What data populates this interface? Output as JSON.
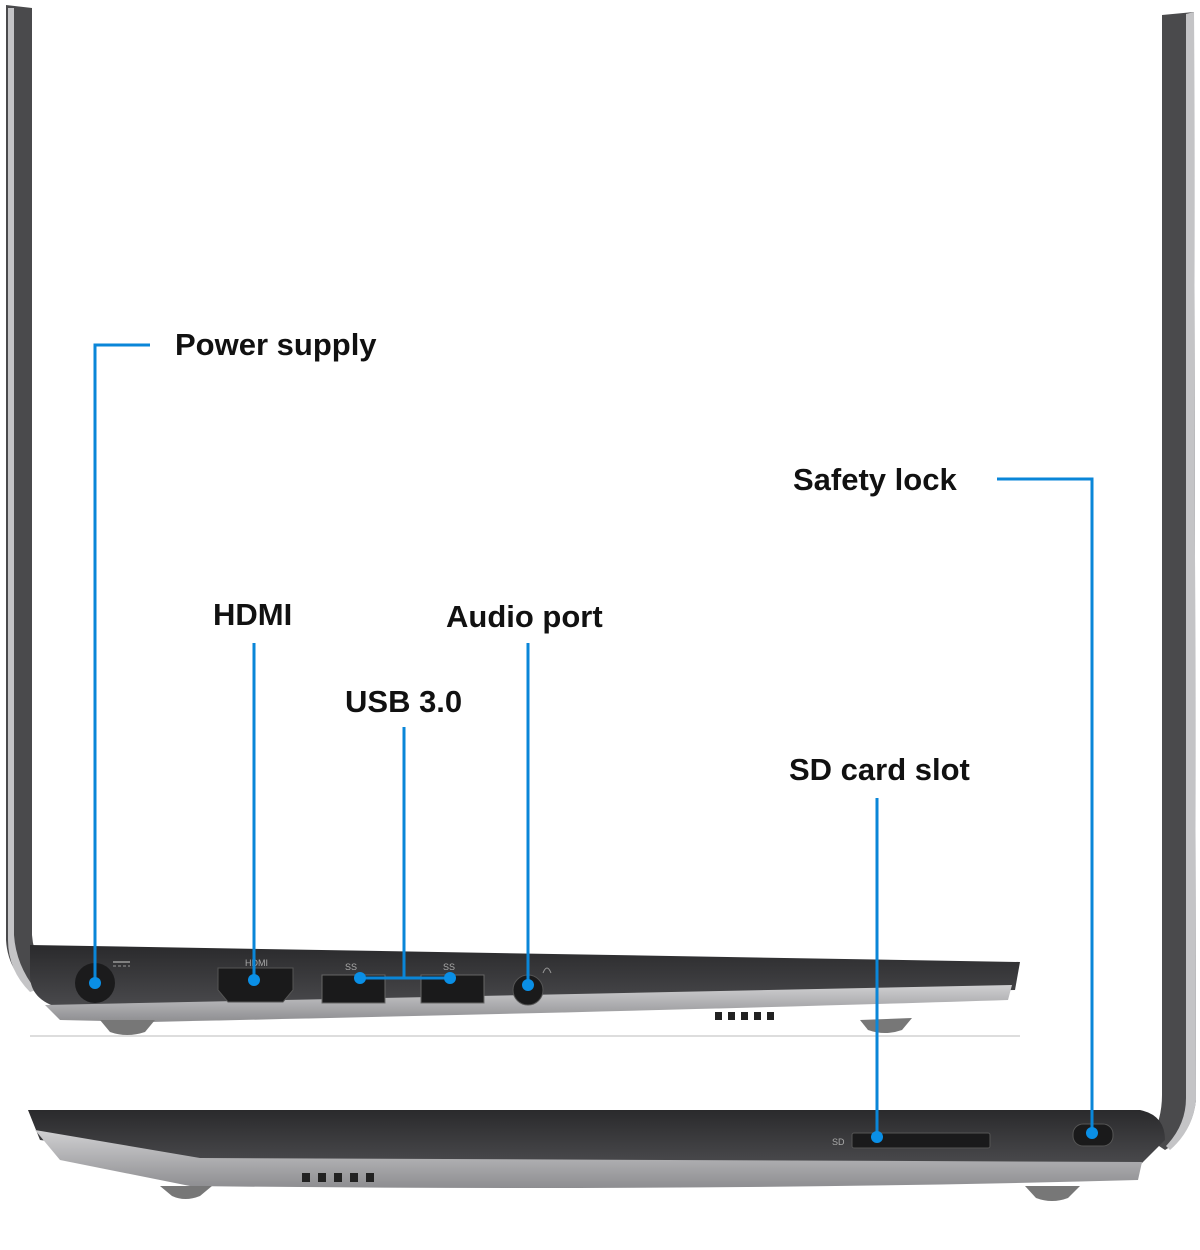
{
  "labels": {
    "power": "Power supply",
    "hdmi": "HDMI",
    "usb": "USB 3.0",
    "audio": "Audio port",
    "sd": "SD card slot",
    "lock": "Safety lock"
  },
  "port_markings": {
    "hdmi": "HDMI",
    "usb": "SS",
    "sd": "SD"
  },
  "colors": {
    "callout": "#0a86d8",
    "chassis": "#3a3a3c",
    "silver": "#a8a8aa"
  }
}
